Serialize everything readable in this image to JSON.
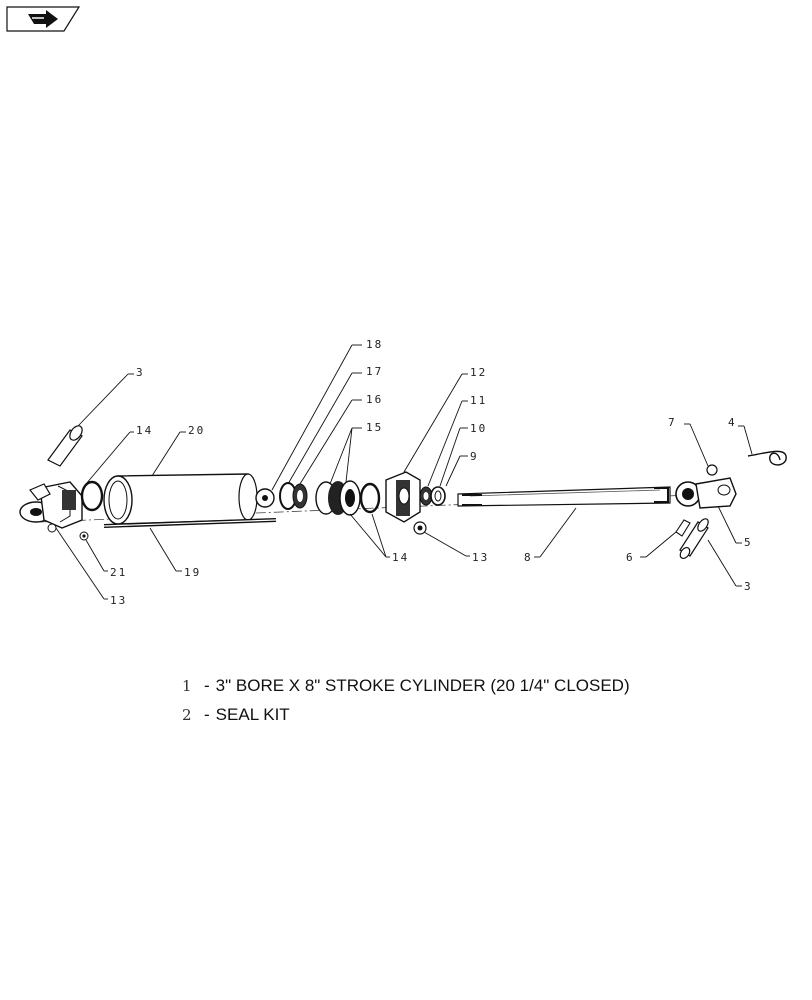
{
  "callouts": {
    "c18": "18",
    "c17": "17",
    "c16": "16",
    "c15": "15",
    "c14a": "14",
    "c14b": "14",
    "c20": "20",
    "c3a": "3",
    "c3b": "3",
    "c12": "12",
    "c11": "11",
    "c10": "10",
    "c9": "9",
    "c7": "7",
    "c4": "4",
    "c13a": "13",
    "c13b": "13",
    "c8": "8",
    "c6": "6",
    "c5": "5",
    "c21": "21",
    "c19": "19"
  },
  "legend": {
    "items": [
      {
        "number": "1",
        "separator": "-",
        "text": "3\" BORE X 8\" STROKE CYLINDER (20 1/4\" CLOSED)"
      },
      {
        "number": "2",
        "separator": "-",
        "text": "SEAL KIT"
      }
    ]
  },
  "icons": {
    "nav": "next-page-arrow-icon"
  },
  "colors": {
    "ink": "#111111",
    "paper": "#ffffff"
  }
}
